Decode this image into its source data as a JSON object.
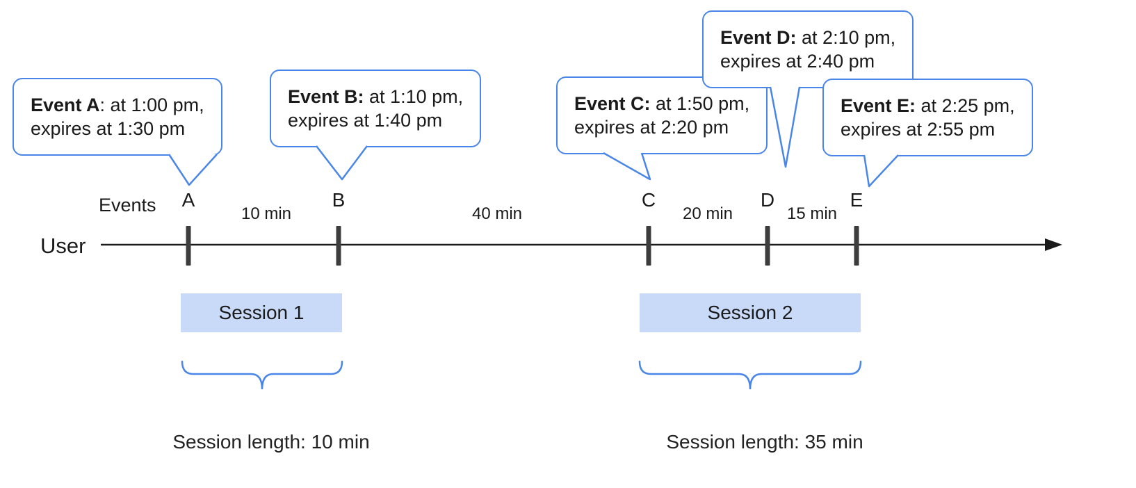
{
  "axis": {
    "user_label": "User",
    "events_label": "Events"
  },
  "events": [
    {
      "letter": "A",
      "title": "Event A",
      "line1_rest": ": at 1:00 pm,",
      "line2": "expires at 1:30 pm"
    },
    {
      "letter": "B",
      "title": "Event B:",
      "line1_rest": " at 1:10 pm,",
      "line2": "expires at 1:40 pm"
    },
    {
      "letter": "C",
      "title": "Event C:",
      "line1_rest": " at 1:50 pm,",
      "line2": "expires at 2:20 pm"
    },
    {
      "letter": "D",
      "title": "Event D:",
      "line1_rest": " at 2:10 pm,",
      "line2": "expires at 2:40 pm"
    },
    {
      "letter": "E",
      "title": "Event E:",
      "line1_rest": " at 2:25 pm,",
      "line2": "expires at 2:55 pm"
    }
  ],
  "gaps": [
    {
      "label": "10 min"
    },
    {
      "label": "40 min"
    },
    {
      "label": "20 min"
    },
    {
      "label": "15 min"
    }
  ],
  "sessions": [
    {
      "label": "Session 1",
      "length_label": "Session length: 10 min"
    },
    {
      "label": "Session 2",
      "length_label": "Session length: 35 min"
    }
  ],
  "colors": {
    "accent": "#4a86e8",
    "session_fill": "#c9daf8"
  }
}
